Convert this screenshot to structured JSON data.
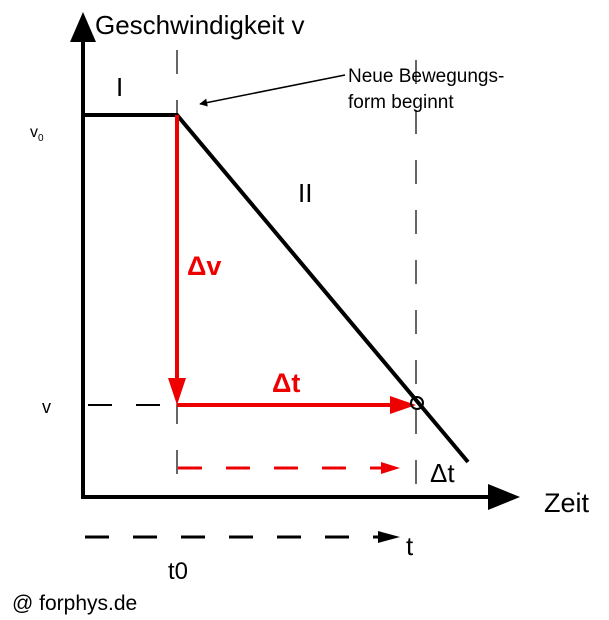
{
  "labels": {
    "y_axis": "Geschwindigkeit v",
    "x_axis": "Zeit",
    "phase_1": "I",
    "phase_2": "II",
    "v0_main": "v",
    "v0_sub": "0",
    "v": "v",
    "annotation_line1": "Neue Bewegungs-",
    "annotation_line2": "form beginnt",
    "delta_v": "Δv",
    "delta_t_red": "Δt",
    "delta_t_black": "Δt",
    "t": "t",
    "t0_main": "t",
    "t0_sub": "0",
    "credit": "@ forphys.de"
  },
  "colors": {
    "accent": "#ee0000",
    "line": "#000000"
  }
}
